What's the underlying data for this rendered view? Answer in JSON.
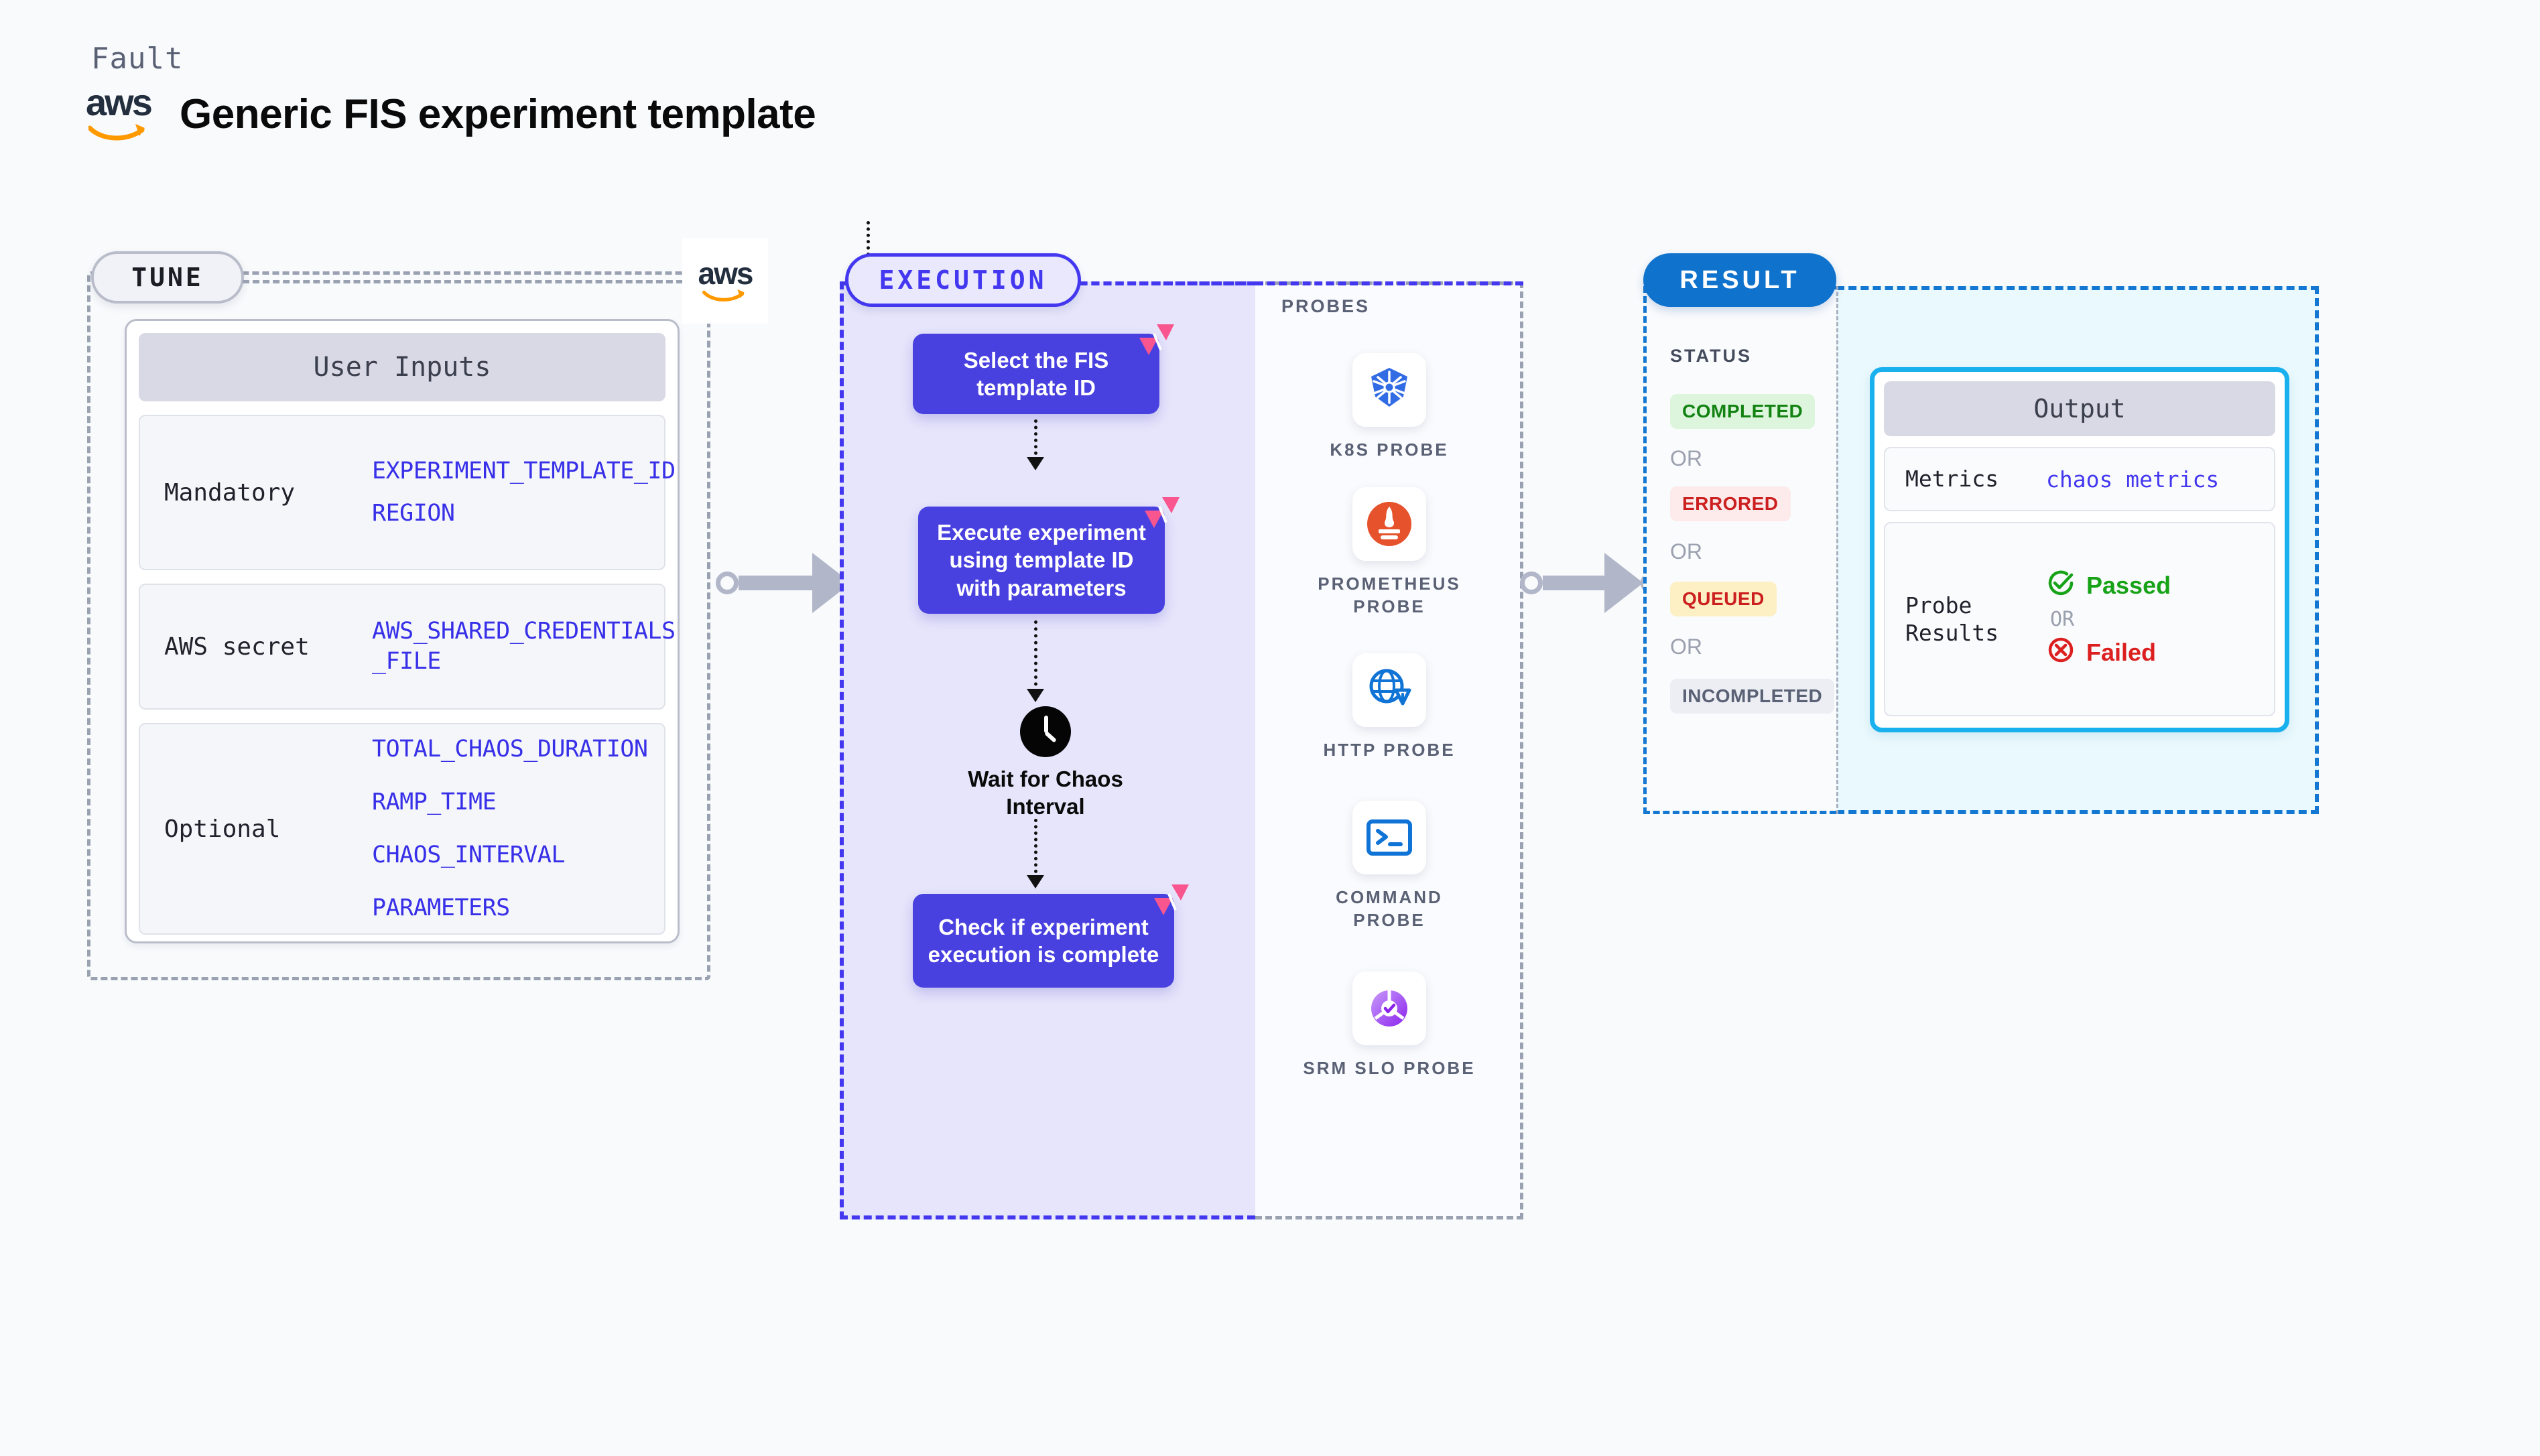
{
  "header": {
    "kicker": "Fault",
    "brand": "aws",
    "title": "Generic FIS experiment template"
  },
  "tune": {
    "pill_label": "TUNE",
    "card_title": "User Inputs",
    "rows": [
      {
        "label": "Mandatory",
        "values": [
          "EXPERIMENT_TEMPLATE_ID",
          "REGION"
        ]
      },
      {
        "label": "AWS secret",
        "values": [
          "AWS_SHARED_CREDENTIALS",
          "_FILE"
        ]
      },
      {
        "label": "Optional",
        "values": [
          "TOTAL_CHAOS_DURATION",
          "RAMP_TIME",
          "CHAOS_INTERVAL",
          "PARAMETERS"
        ]
      }
    ]
  },
  "execution": {
    "pill_label": "EXECUTION",
    "steps": [
      {
        "text": "Select the FIS template ID",
        "has_litmus_flag": true
      },
      {
        "text": "Execute experiment using template ID with parameters",
        "has_litmus_flag": true
      },
      {
        "text": "Wait for Chaos Interval",
        "icon": "clock-icon",
        "has_litmus_flag": false
      },
      {
        "text": "Check if experiment execution is complete",
        "has_litmus_flag": true
      }
    ]
  },
  "probes": {
    "title": "PROBES",
    "items": [
      {
        "label": "K8S PROBE",
        "icon": "kubernetes-icon",
        "color": "#326ce5"
      },
      {
        "label": "PROMETHEUS PROBE",
        "icon": "prometheus-icon",
        "color": "#e6522c"
      },
      {
        "label": "HTTP PROBE",
        "icon": "globe-warning-icon",
        "color": "#1073d6"
      },
      {
        "label": "COMMAND PROBE",
        "icon": "terminal-icon",
        "color": "#1073d6"
      },
      {
        "label": "SRM SLO PROBE",
        "icon": "srm-slo-icon",
        "color": "#a855f7"
      }
    ]
  },
  "result": {
    "pill_label": "RESULT",
    "status_title": "STATUS",
    "or_label": "OR",
    "statuses": [
      {
        "label": "COMPLETED",
        "bg": "#ddf5dd",
        "fg": "#128312"
      },
      {
        "label": "ERRORED",
        "bg": "#fdeaea",
        "fg": "#cc2020"
      },
      {
        "label": "QUEUED",
        "bg": "#fdf0c4",
        "fg": "#cc2020"
      },
      {
        "label": "INCOMPLETED",
        "bg": "#eceef4",
        "fg": "#5a6175"
      }
    ],
    "output": {
      "title": "Output",
      "metrics_label": "Metrics",
      "metrics_value": "chaos metrics",
      "probe_label": "Probe Results",
      "passed_label": "Passed",
      "failed_label": "Failed",
      "or_label": "OR"
    }
  },
  "colors": {
    "background": "#f8fafc",
    "tune_border": "#9aa1b1",
    "execution_accent": "#4338ef",
    "execution_fill": "#e6e5fb",
    "result_accent": "#1477d1",
    "result_fill": "#eaf9fd",
    "flow_box": "#4940e0",
    "litmus_pink": "#f9568f",
    "output_border": "#19b0ee",
    "code_text": "#3730e8"
  }
}
